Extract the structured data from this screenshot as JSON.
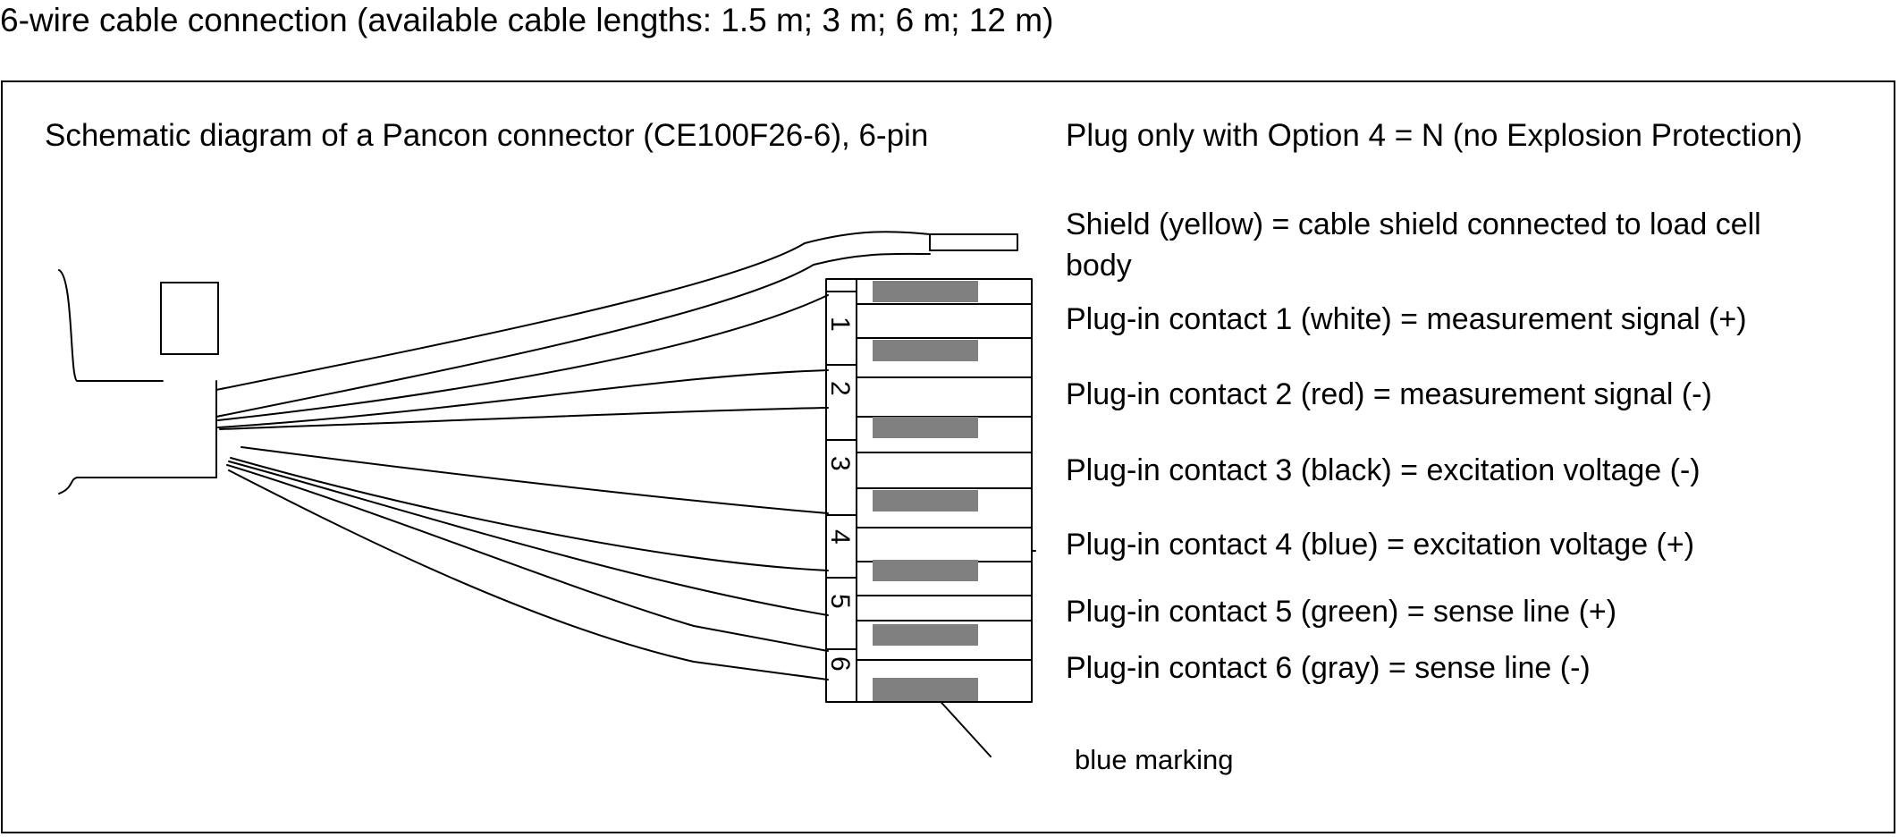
{
  "title": "6-wire cable connection (available cable lengths: 1.5 m; 3 m; 6 m; 12 m)",
  "diagram_heading": "Schematic diagram of a Pancon connector (CE100F26-6), 6-pin",
  "plug_note": "Plug only with Option 4 = N (no Explosion Protection)",
  "shield": {
    "line1": "Shield (yellow) = cable shield connected to load cell",
    "line2": "body"
  },
  "contacts": [
    {
      "number": "1",
      "label": "Plug-in contact 1 (white) = measurement signal (+)"
    },
    {
      "number": "2",
      "label": "Plug-in contact 2 (red) = measurement signal (-)"
    },
    {
      "number": "3",
      "label": "Plug-in contact 3 (black) = excitation voltage (-)"
    },
    {
      "number": "4",
      "label": "Plug-in contact 4 (blue) = excitation voltage (+)"
    },
    {
      "number": "5",
      "label": "Plug-in contact 5 (green) = sense line (+)"
    },
    {
      "number": "6",
      "label": "Plug-in contact 6 (gray) = sense line (-)"
    }
  ],
  "blue_marking_label": "blue marking",
  "colors": {
    "line": "#000000",
    "contact_fill": "#808080",
    "background": "#ffffff"
  }
}
